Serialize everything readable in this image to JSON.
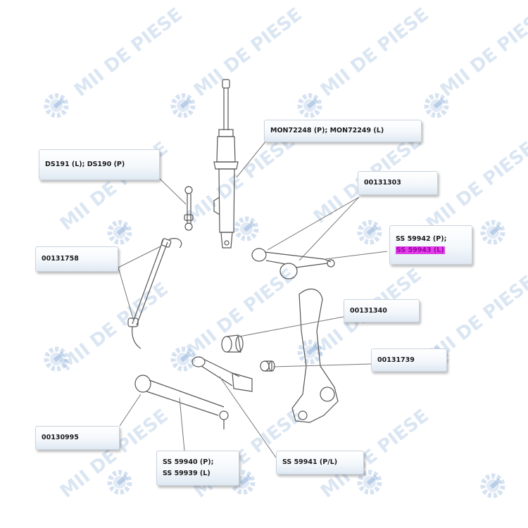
{
  "watermark": {
    "text": "MII DE PIESE",
    "logo_icon": "gear-wrench-logo-icon",
    "color": "#5a8cc8"
  },
  "colors": {
    "highlight": "#e040e6",
    "callout_border": "#c9d3de",
    "line": "#777777"
  },
  "labels": {
    "shock_absorber": "MON72248 (P);  MON72249 (L)",
    "stabilizer_link": "DS191 (L);  DS190  (P)",
    "upper_arm_bushing": "00131303",
    "upper_arm_part_p": "SS 59942 (P);",
    "upper_arm_part_l": "SS 59943 (L)",
    "stabilizer_bar_bushing": "00131758",
    "knuckle_bushing": "00131340",
    "lower_bushing": "00131739",
    "lower_arm_bushing": "00130995",
    "lower_arm_part_p": "SS 59940 (P);",
    "lower_arm_part_l": "SS 59939 (L)",
    "tension_strut": "SS 59941 (P/L)"
  }
}
